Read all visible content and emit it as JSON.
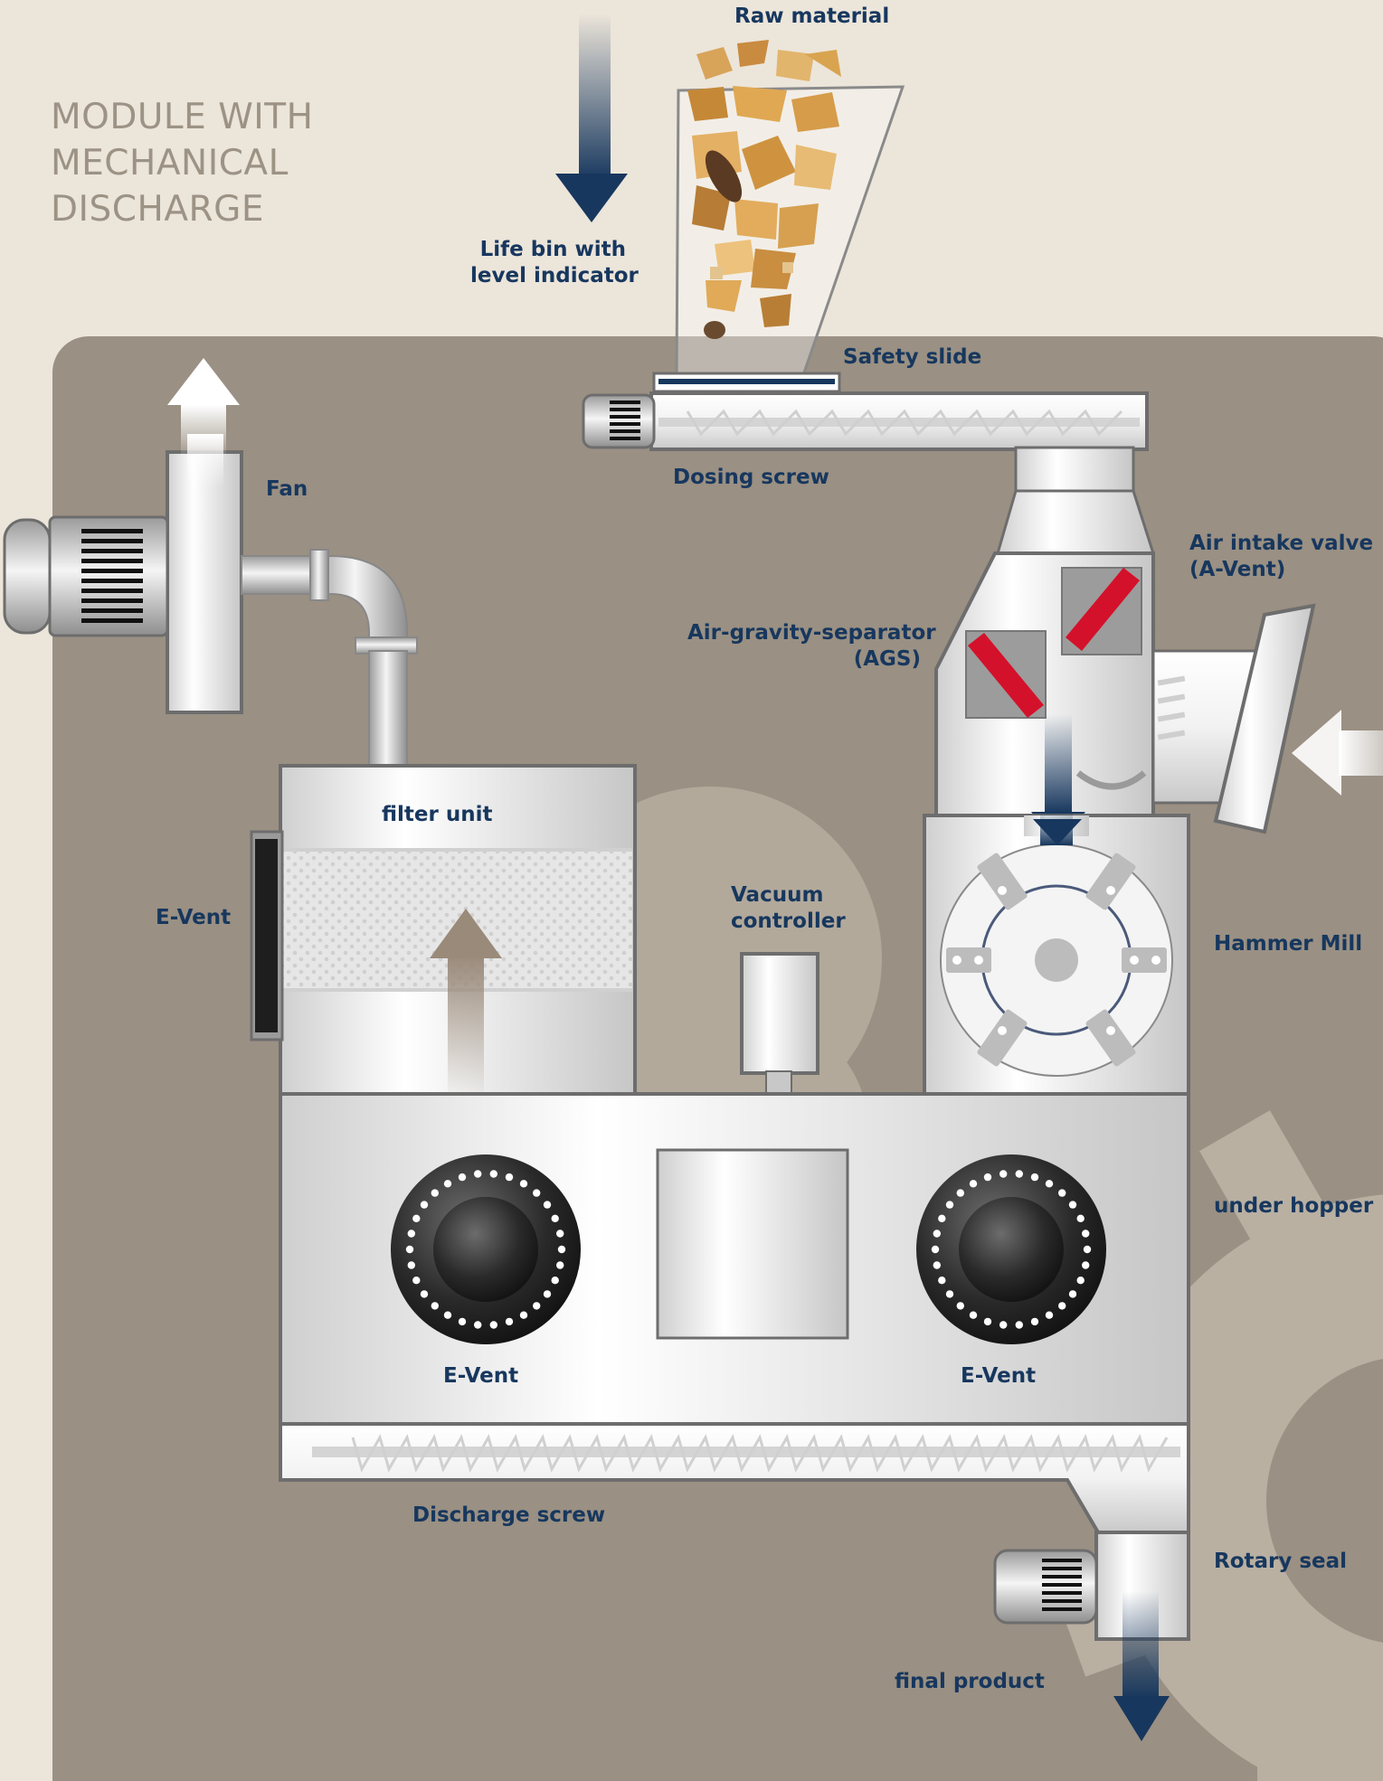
{
  "title_lines": [
    "MODULE WITH",
    "MECHANICAL",
    "DISCHARGE"
  ],
  "labels": {
    "raw_material": "Raw material",
    "life_bin_1": "Life bin with",
    "life_bin_2": "level indicator",
    "safety_slide": "Safety slide",
    "dosing_screw": "Dosing screw",
    "fan": "Fan",
    "air_intake_1": "Air intake valve",
    "air_intake_2": "(A-Vent)",
    "ags_1": "Air-gravity-separator",
    "ags_2": "(AGS)",
    "filter_unit": "filter unit",
    "e_vent_side": "E-Vent",
    "vacuum_1": "Vacuum",
    "vacuum_2": "controller",
    "hammer_mill": "Hammer Mill",
    "under_hopper": "under hopper",
    "e_vent_left": "E-Vent",
    "e_vent_right": "E-Vent",
    "discharge_screw": "Discharge screw",
    "rotary_seal": "Rotary seal",
    "final_product": "final product"
  },
  "colors": {
    "background": "#ece5da",
    "panel": "#9a9083",
    "gear": "#b9b0a2",
    "label_text": "#17375e",
    "title_text": "#9d9385",
    "machine_outline": "#6d6d6d",
    "separator_flap": "#d4112b",
    "flow_arrow": "#17375e"
  },
  "icons": {
    "fan_motor": "motor-icon",
    "dosing_motor": "motor-icon",
    "rotary_seal_motor": "motor-icon",
    "e_vent": "vent-disc-icon",
    "hammer_rotor": "rotor-icon"
  }
}
